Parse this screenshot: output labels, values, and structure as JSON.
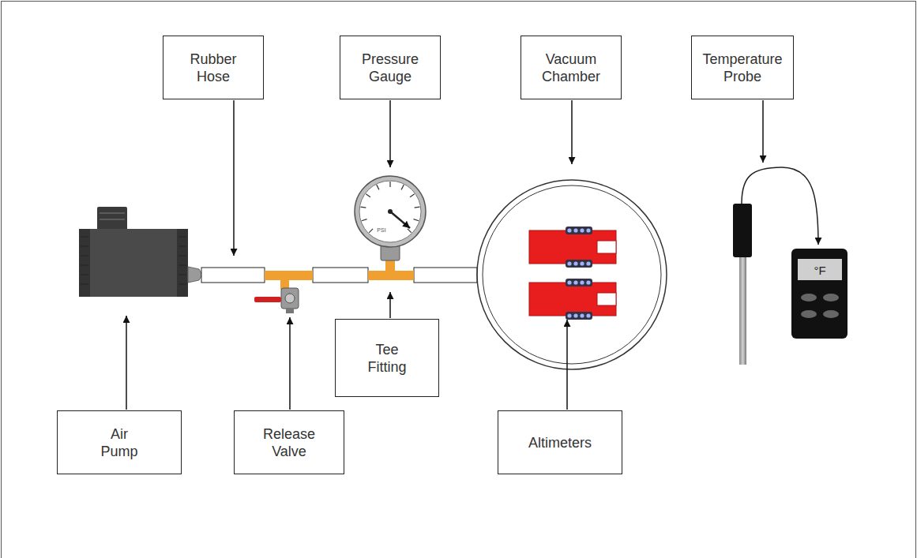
{
  "diagram": {
    "nodes": [
      {
        "text": [
          "Rubber Hose"
        ]
      },
      {
        "text": [
          "Pressure Gauge"
        ]
      },
      {
        "text": [
          "Vacuum Chamber"
        ]
      },
      {
        "text": [
          "Temperature Probe"
        ]
      },
      {
        "text": [
          "Tee Fitting"
        ]
      },
      {
        "text": [
          "Air Pump"
        ]
      },
      {
        "text": [
          "Release Valve"
        ]
      },
      {
        "text": [
          "Altimeters"
        ]
      }
    ],
    "labels": [
      "PSI",
      "°F"
    ]
  }
}
